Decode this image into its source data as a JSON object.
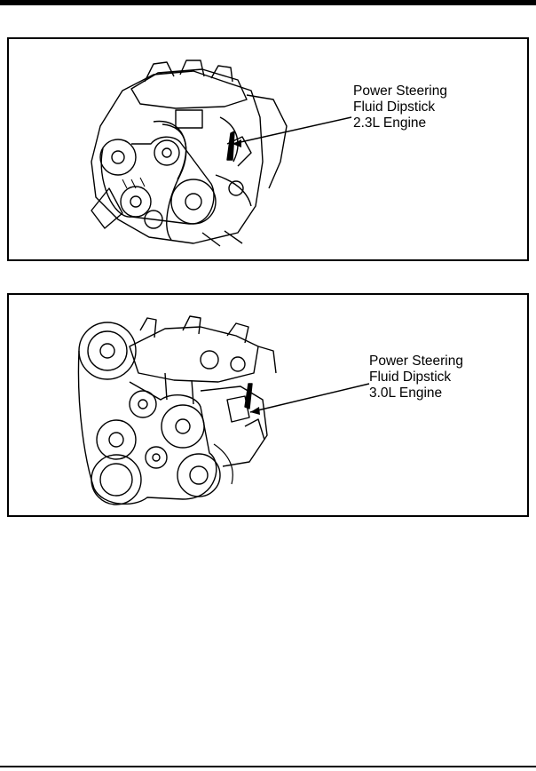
{
  "figures": [
    {
      "callout": {
        "line1": "Power Steering",
        "line2": "Fluid Dipstick",
        "line3": "2.3L Engine"
      }
    },
    {
      "callout": {
        "line1": "Power Steering",
        "line2": "Fluid Dipstick",
        "line3": "3.0L Engine"
      }
    }
  ]
}
